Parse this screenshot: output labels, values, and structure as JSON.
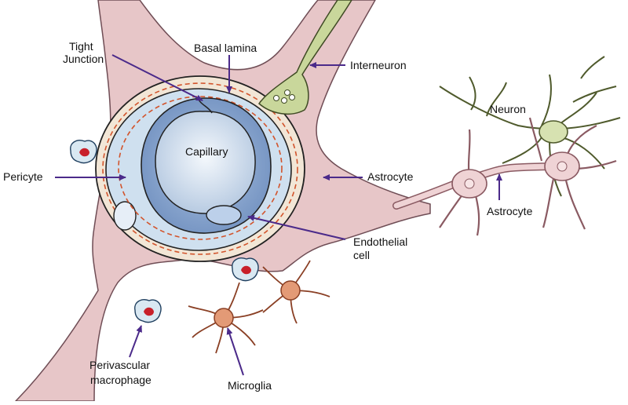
{
  "labels": {
    "tight_junction_1": "Tight",
    "tight_junction_2": "Junction",
    "basal_lamina": "Basal lamina",
    "interneuron": "Interneuron",
    "neuron": "Neuron",
    "capillary": "Capillary",
    "pericyte": "Pericyte",
    "astrocyte_1": "Astrocyte",
    "astrocyte_2": "Astrocyte",
    "endothelial_1": "Endothelial",
    "endothelial_2": "cell",
    "perivascular_1": "Perivascular",
    "perivascular_2": "macrophage",
    "microglia": "Microglia"
  },
  "colors": {
    "astrocyte_fill": "#e7c6c8",
    "astrocyte_stroke": "#6f4d55",
    "interneuron_fill": "#c9d79b",
    "pericyte_fill": "#cfe0ef",
    "endothelial_fill": "#7f9fc9",
    "lumen_fill": "#e6eef7",
    "microglia_fill": "#e39a76",
    "macrophage_core": "#c8202a",
    "arrow": "#4b2a8a",
    "basal_lamina": "#d2542c"
  }
}
